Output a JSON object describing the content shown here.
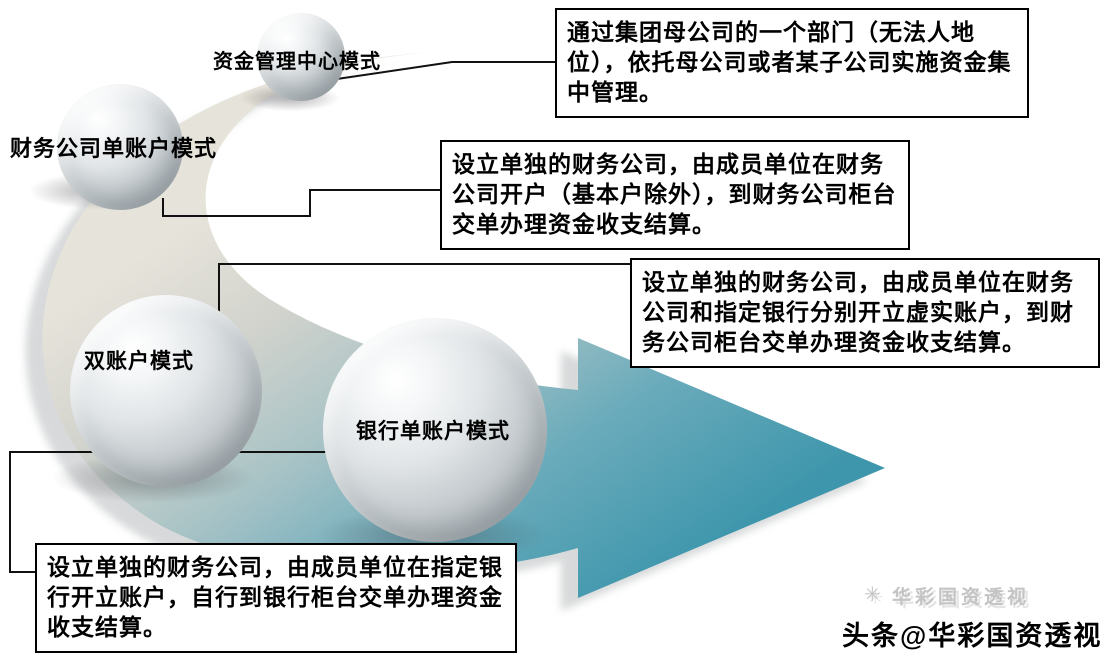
{
  "diagram": {
    "nodes": [
      {
        "id": "fund-management-center",
        "label": "资金管理中心模式"
      },
      {
        "id": "finance-company-single-account",
        "label": "财务公司单账户模式"
      },
      {
        "id": "dual-account",
        "label": "双账户模式"
      },
      {
        "id": "bank-single-account",
        "label": "银行单账户模式"
      }
    ],
    "callouts": [
      {
        "for": "资金管理中心模式",
        "text": "通过集团母公司的一个部门（无法人地位），依托母公司或者某子公司实施资金集中管理。"
      },
      {
        "for": "财务公司单账户模式",
        "text": "设立单独的财务公司，由成员单位在财务公司开户（基本户除外），到财务公司柜台交单办理资金收支结算。"
      },
      {
        "for": "双账户模式",
        "text": "设立单独的财务公司，由成员单位在财务公司和指定银行分别开立虚实账户，到财务公司柜台交单办理资金收支结算。"
      },
      {
        "for": "银行单账户模式",
        "text": "设立单独的财务公司，由成员单位在指定银行开立账户，自行到银行柜台交单办理资金收支结算。"
      }
    ],
    "watermark": {
      "gray_logo": "✳",
      "gray_text": "华彩国资透视",
      "black_text": "头条@华彩国资透视"
    },
    "colors": {
      "arrow_head_teal": "#3e96ac",
      "arrow_tail_gray": "#e6e3da",
      "box_border": "#000000",
      "watermark_gray": "#c4c4c4"
    }
  }
}
